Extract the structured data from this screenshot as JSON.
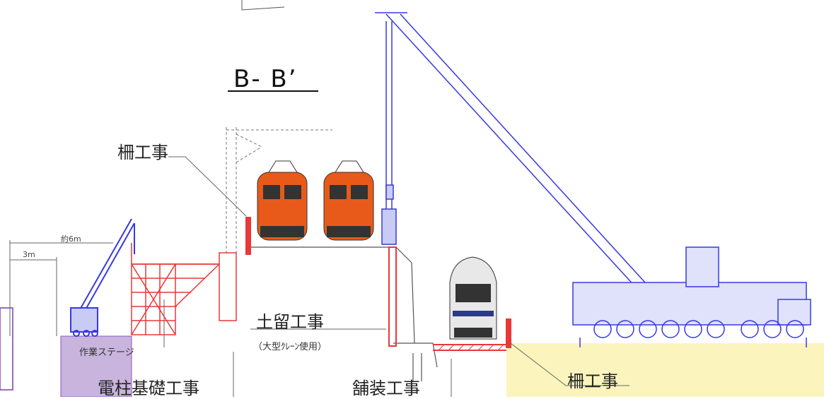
{
  "section_title": "B- B’",
  "labels": {
    "fence_work_top": "柵工事",
    "fence_work_bottom": "柵工事",
    "earth_retaining": "土留工事",
    "earth_retaining_note": "（大型ｸﾚｰﾝ使用）",
    "work_stage": "作業ステージ",
    "pole_foundation": "電柱基礎工事",
    "paving": "舗装工事",
    "dim_6m": "約6m",
    "dim_3m": "3m"
  },
  "colors": {
    "scaffold_red": "#e83838",
    "crane_blue": "#3838e0",
    "train_orange": "#e85a1a",
    "stage_purple": "#c8b4dc",
    "ground_yellow": "#fbf5bd"
  }
}
